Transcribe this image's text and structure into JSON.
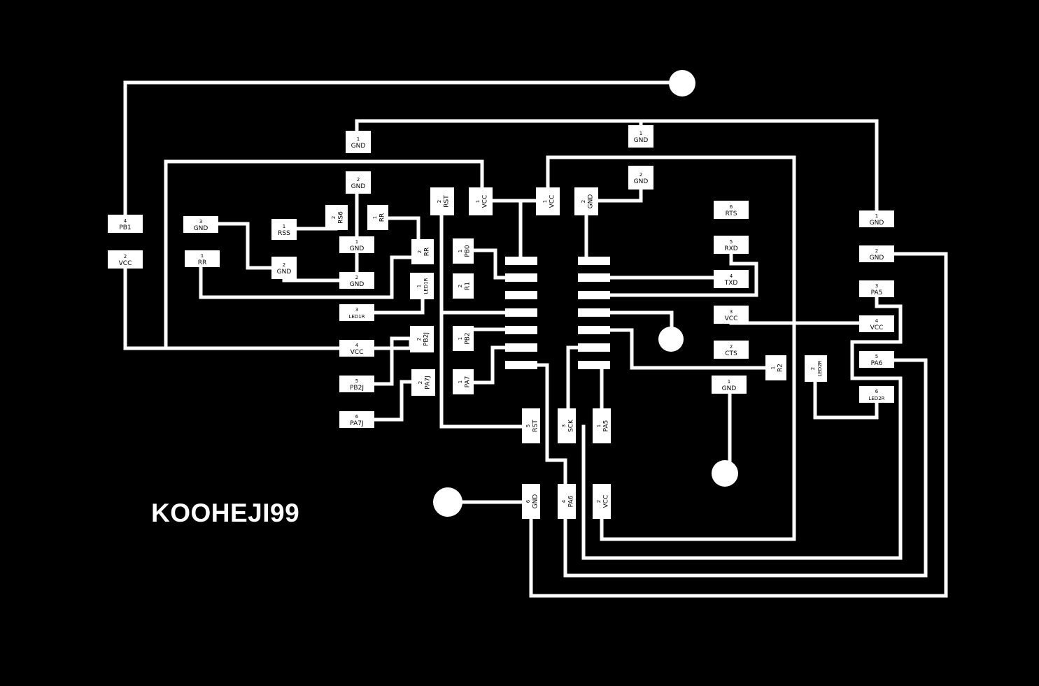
{
  "board": {
    "title": "KOOHEJI99",
    "copper_color": "#ffffff",
    "background_color": "#000000"
  },
  "pads": [
    {
      "id": "j-pb1",
      "num": "4",
      "name": "PB1"
    },
    {
      "id": "j-vcc-left",
      "num": "2",
      "name": "VCC"
    },
    {
      "id": "gnd-top-left",
      "num": "1",
      "name": "GND"
    },
    {
      "id": "gnd-top-right",
      "num": "1",
      "name": "GND"
    },
    {
      "id": "gnd-mid",
      "num": "2",
      "name": "GND"
    },
    {
      "id": "rst-top",
      "num": "2",
      "name": "RST"
    },
    {
      "id": "vcc-top-a",
      "num": "1",
      "name": "VCC"
    },
    {
      "id": "vcc-top-b",
      "num": "1",
      "name": "VCC"
    },
    {
      "id": "gnd-top-c",
      "num": "2",
      "name": "GND"
    },
    {
      "id": "gnd-top-d",
      "num": "2",
      "name": "GND"
    },
    {
      "id": "rs-gnd",
      "num": "3",
      "name": "GND"
    },
    {
      "id": "rs-rss",
      "num": "1",
      "name": "RSS"
    },
    {
      "id": "rs-rs6",
      "num": "2",
      "name": "RS6"
    },
    {
      "id": "rs-rr-top",
      "num": "1",
      "name": "RR"
    },
    {
      "id": "rs-gnd-b",
      "num": "1",
      "name": "GND"
    },
    {
      "id": "rs-rr-left",
      "num": "1",
      "name": "RR"
    },
    {
      "id": "rs-gnd-c",
      "num": "2",
      "name": "GND"
    },
    {
      "id": "rs-gnd-d",
      "num": "2",
      "name": "GND"
    },
    {
      "id": "rs-rr-right",
      "num": "2",
      "name": "RR"
    },
    {
      "id": "led1r-v",
      "num": "1",
      "name": "LED1R"
    },
    {
      "id": "led1r-h",
      "num": "3",
      "name": "LED1R"
    },
    {
      "id": "vcc-4",
      "num": "4",
      "name": "VCC"
    },
    {
      "id": "pb2j-v",
      "num": "2",
      "name": "PB2J"
    },
    {
      "id": "pb2j-h",
      "num": "5",
      "name": "PB2J"
    },
    {
      "id": "pa7j-v",
      "num": "2",
      "name": "PA7J"
    },
    {
      "id": "pa7j-h",
      "num": "6",
      "name": "PA7J"
    },
    {
      "id": "ic-pb0",
      "num": "1",
      "name": "PB0"
    },
    {
      "id": "ic-r1",
      "num": "2",
      "name": "R1"
    },
    {
      "id": "ic-pb2",
      "num": "1",
      "name": "PB2"
    },
    {
      "id": "ic-pa7",
      "num": "1",
      "name": "PA7"
    },
    {
      "id": "ftdi-rts",
      "num": "6",
      "name": "RTS"
    },
    {
      "id": "ftdi-rxd",
      "num": "5",
      "name": "RXD"
    },
    {
      "id": "ftdi-txd",
      "num": "4",
      "name": "TXD"
    },
    {
      "id": "ftdi-vcc",
      "num": "3",
      "name": "VCC"
    },
    {
      "id": "ftdi-cts",
      "num": "2",
      "name": "CTS"
    },
    {
      "id": "ftdi-gnd",
      "num": "1",
      "name": "GND"
    },
    {
      "id": "r2",
      "num": "1",
      "name": "R2"
    },
    {
      "id": "led2r-v",
      "num": "2",
      "name": "LED2R"
    },
    {
      "id": "hdr-gnd-1",
      "num": "1",
      "name": "GND"
    },
    {
      "id": "hdr-gnd-2",
      "num": "2",
      "name": "GND"
    },
    {
      "id": "hdr-pa5",
      "num": "3",
      "name": "PA5"
    },
    {
      "id": "hdr-vcc",
      "num": "4",
      "name": "VCC"
    },
    {
      "id": "hdr-pa6",
      "num": "5",
      "name": "PA6"
    },
    {
      "id": "hdr-led2r",
      "num": "6",
      "name": "LED2R"
    },
    {
      "id": "isp-rst",
      "num": "5",
      "name": "RST"
    },
    {
      "id": "isp-sck",
      "num": "3",
      "name": "SCK"
    },
    {
      "id": "isp-pa5",
      "num": "1",
      "name": "PA5"
    },
    {
      "id": "isp-gnd",
      "num": "6",
      "name": "GND"
    },
    {
      "id": "isp-pa6",
      "num": "4",
      "name": "PA6"
    },
    {
      "id": "isp-vcc",
      "num": "2",
      "name": "VCC"
    }
  ]
}
